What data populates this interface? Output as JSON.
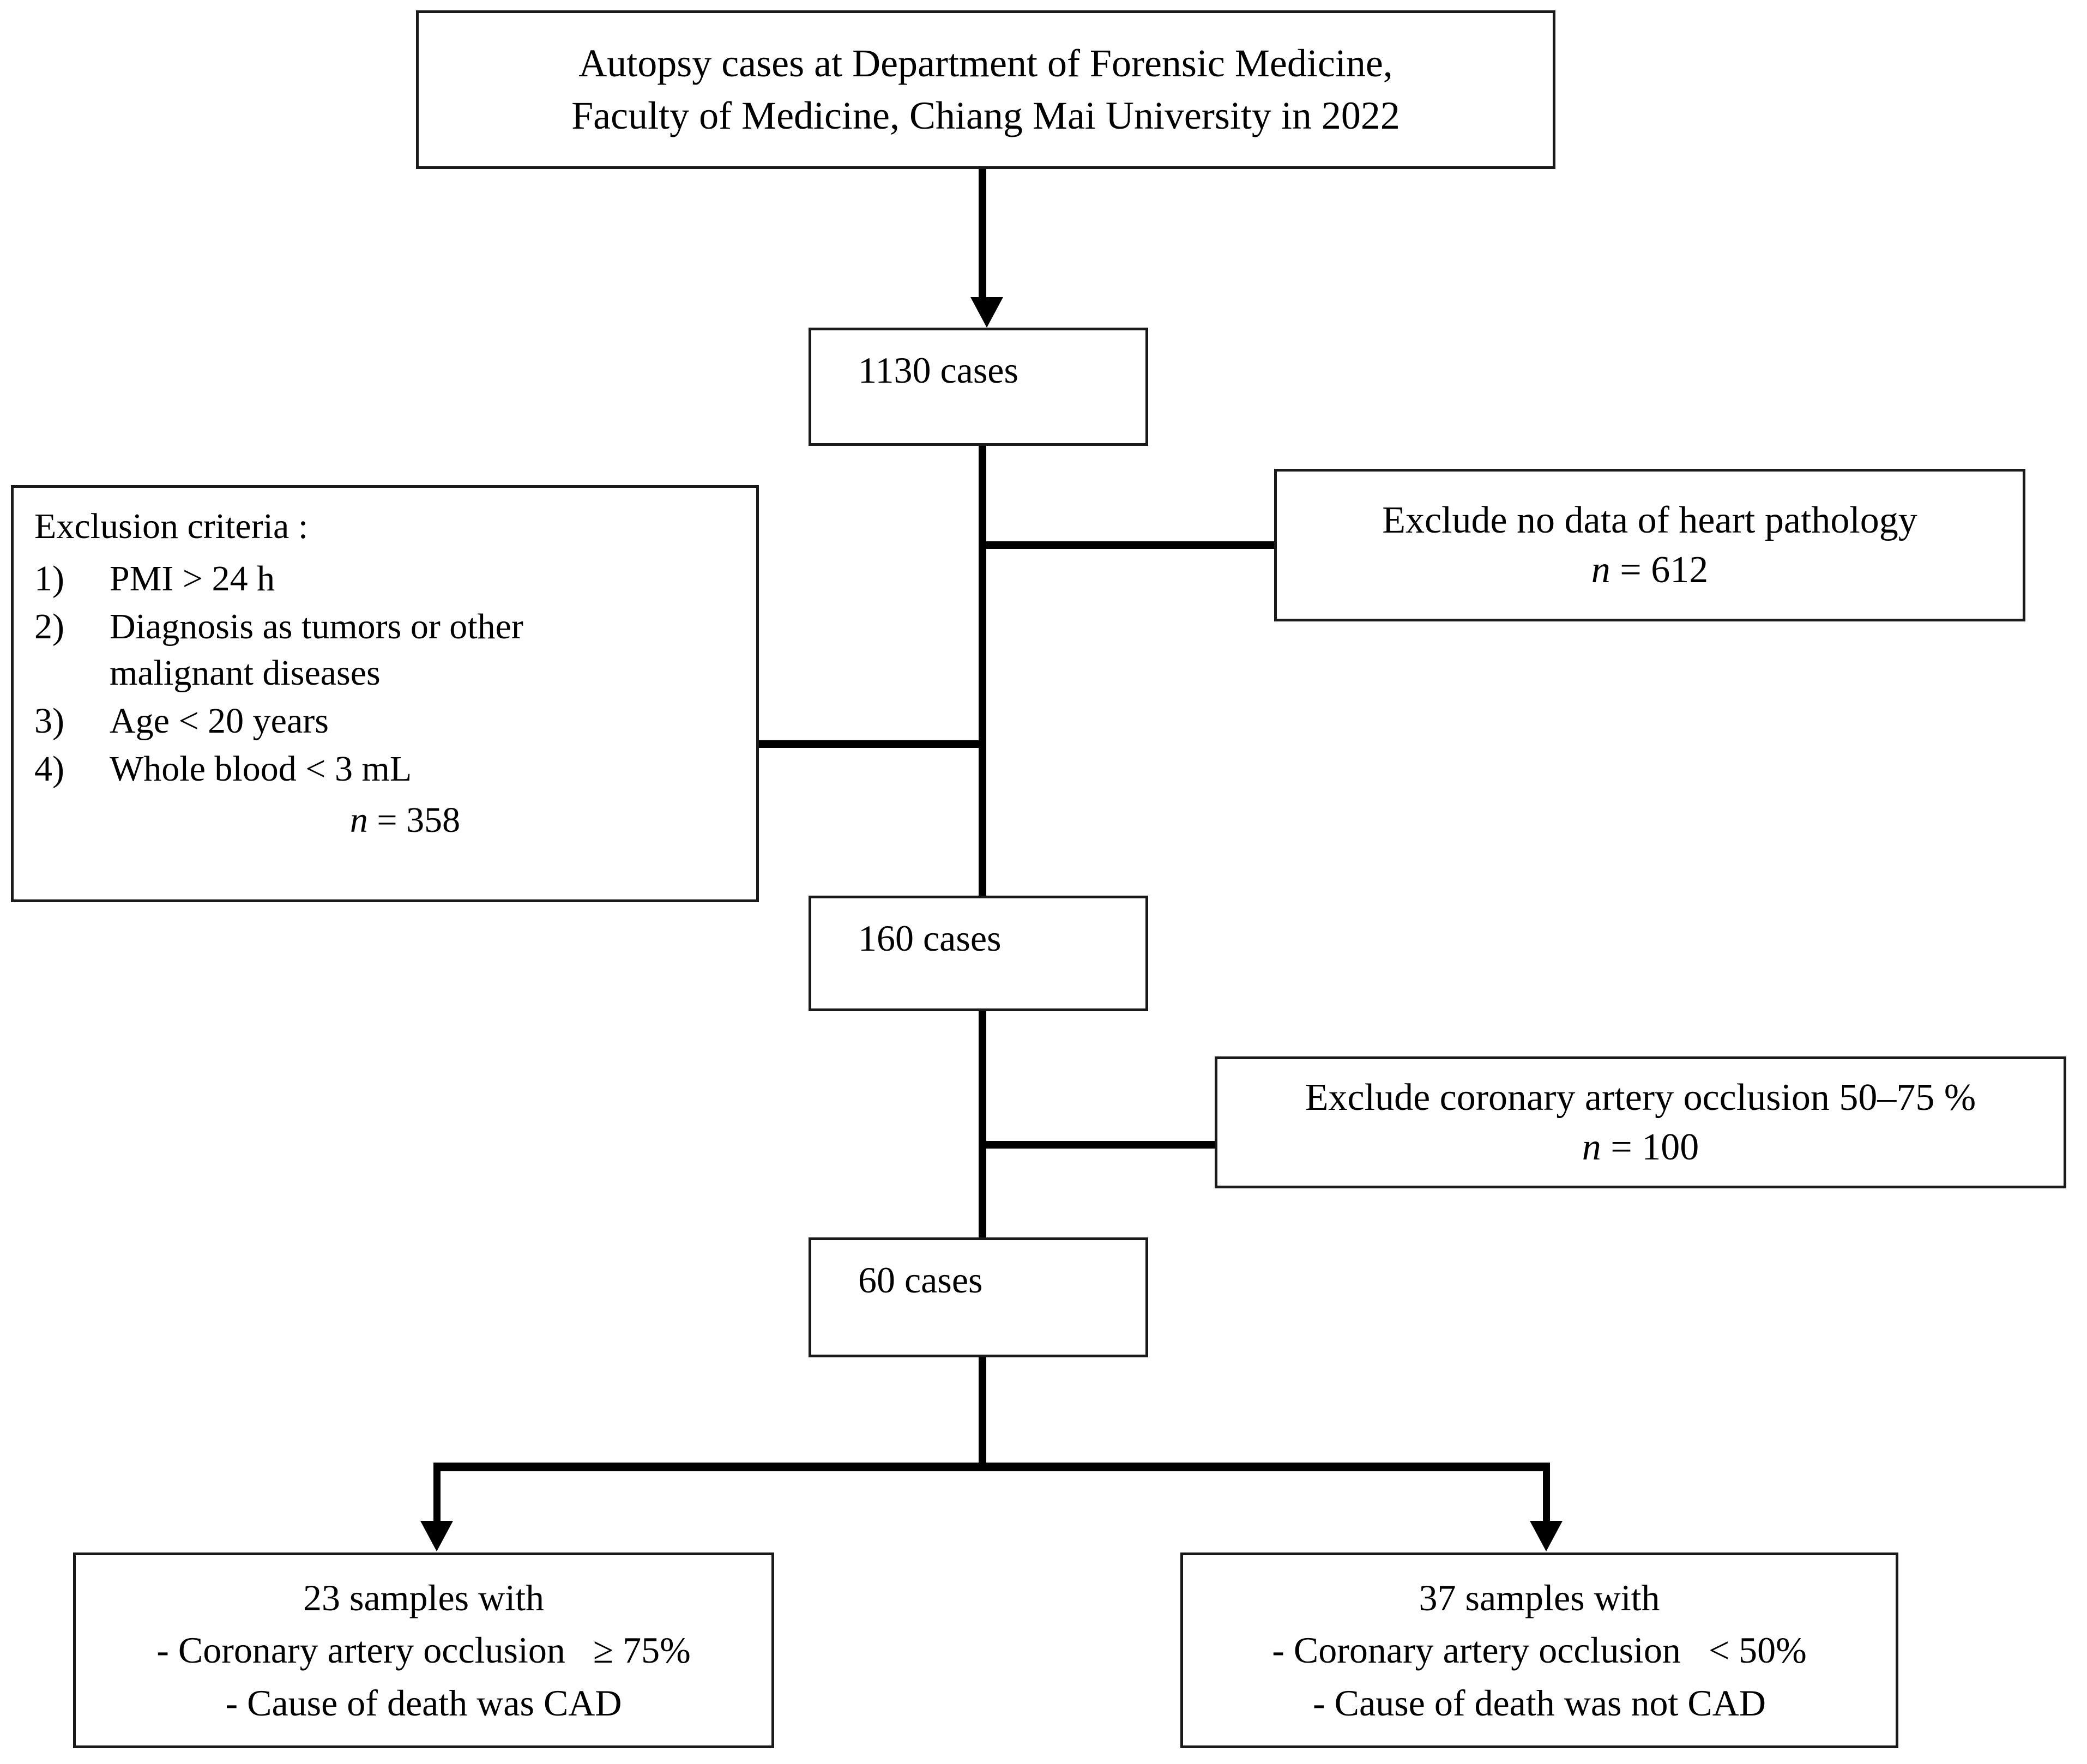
{
  "diagram": {
    "title": "Study sample selection flowchart",
    "type": "flowchart",
    "accent_color": "#000000",
    "background_color": "#ffffff"
  },
  "nodes": {
    "source": {
      "line1": "Autopsy cases at Department of Forensic Medicine,",
      "line2": "Faculty of Medicine, Chiang Mai University in 2022"
    },
    "total_cases": "1130 cases",
    "after_pathology_exclusion": "160 cases",
    "final_cases": "60 cases"
  },
  "exclusion_criteria": {
    "title": "Exclusion criteria :",
    "items": [
      {
        "num": "1)",
        "text": "PMI > 24 h"
      },
      {
        "num": "2)",
        "text": "Diagnosis as tumors or other\nmalignant diseases"
      },
      {
        "num": "3)",
        "text": "Age < 20 years"
      },
      {
        "num": "4)",
        "text": "Whole blood < 3 mL"
      }
    ],
    "n_label": "n",
    "n_equals": " = ",
    "n_value": "358"
  },
  "exclusions": [
    {
      "label": "Exclude no data of heart pathology",
      "n_label": "n",
      "n_equals": " = ",
      "n_value": "612"
    },
    {
      "label": "Exclude coronary artery occlusion 50–75 %",
      "n_label": "n",
      "n_equals": " = ",
      "n_value": "100"
    }
  ],
  "outcomes": [
    {
      "heading": "23 samples with",
      "line2": "- Coronary artery occlusion   ≥ 75%",
      "line3": "- Cause of death was CAD"
    },
    {
      "heading": "37 samples with",
      "line2": "- Coronary artery occlusion   < 50%",
      "line3": "- Cause of death was not CAD"
    }
  ],
  "chart_data": {
    "type": "flow",
    "title": "Autopsy case selection",
    "stages": [
      {
        "label": "Autopsy cases at Department of Forensic Medicine, Faculty of Medicine, Chiang Mai University in 2022",
        "value": null
      },
      {
        "label": "1130 cases",
        "value": 1130
      },
      {
        "label": "160 cases",
        "value": 160
      },
      {
        "label": "60 cases",
        "value": 60
      }
    ],
    "exclusions": [
      {
        "label": "Exclude no data of heart pathology",
        "value": 612
      },
      {
        "label": "Exclusion criteria (PMI > 24 h; tumors or other malignant diseases; Age < 20 years; Whole blood < 3 mL)",
        "value": 358
      },
      {
        "label": "Exclude coronary artery occlusion 50-75 %",
        "value": 100
      }
    ],
    "outcomes": [
      {
        "label": "Coronary artery occlusion >= 75%, cause of death was CAD",
        "value": 23
      },
      {
        "label": "Coronary artery occlusion < 50%, cause of death was not CAD",
        "value": 37
      }
    ]
  }
}
